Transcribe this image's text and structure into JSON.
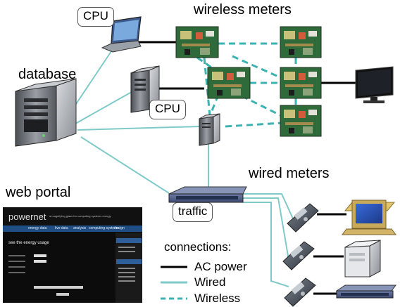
{
  "labels": {
    "wireless_meters": "wireless meters",
    "database": "database",
    "web_portal": "web portal",
    "wired_meters": "wired meters",
    "cpu_laptop": "CPU",
    "cpu_desktop": "CPU",
    "traffic": "traffic"
  },
  "legend": {
    "title": "connections:",
    "items": [
      {
        "label": "AC power",
        "style": "solid",
        "color": "#000000"
      },
      {
        "label": "Wired",
        "style": "solid",
        "color": "#7fcac8"
      },
      {
        "label": "Wireless",
        "style": "dashed",
        "color": "#3bb3b1"
      }
    ]
  },
  "portal": {
    "brand": "powernet",
    "tagline": "a magnifying glass for computing systems energy",
    "nav": [
      "energy data",
      "live data",
      "analysis",
      "computing systems",
      "design"
    ],
    "heading": "see the energy usage"
  },
  "colors": {
    "wired": "#7fcac8",
    "wireless": "#3bb3b1",
    "ac_power": "#000000",
    "portal_nav": "#1f4e84"
  }
}
